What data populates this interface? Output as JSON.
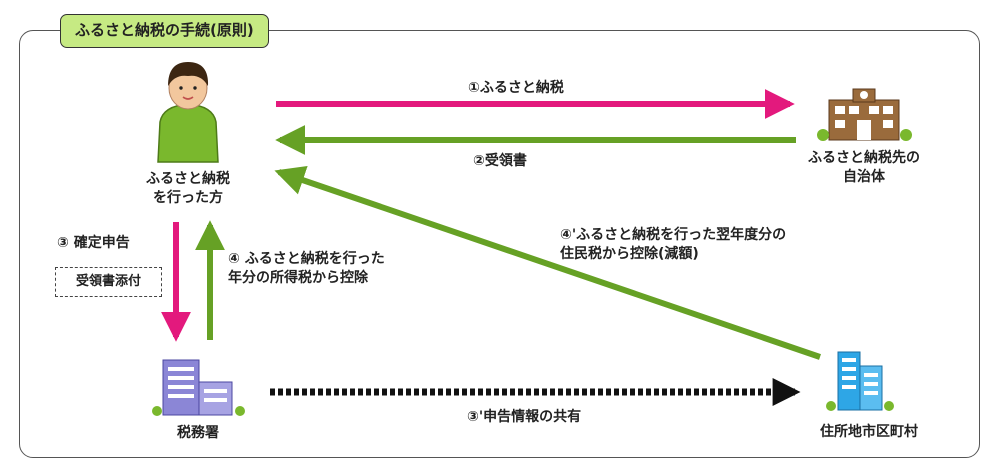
{
  "title": "ふるさと納税の手続(原則)",
  "actors": {
    "taxpayer": "ふるさと納税\nを行った方",
    "municipality": "ふるさと納税先の\n自治体",
    "tax_office": "税務署",
    "residence": "住所地市区町村"
  },
  "flows": {
    "f1": "①ふるさと納税",
    "f2": "②受領書",
    "f3": "③ 確定申告",
    "f3_note": "受領書添付",
    "f4": "④ ふるさと納税を行った\n年分の所得税から控除",
    "f3b": "③'申告情報の共有",
    "f4b": "④'ふるさと納税を行った翌年度分の\n住民税から控除(減額)"
  },
  "icons": {
    "taxpayer": "person-icon",
    "municipality": "town-hall-icon",
    "tax_office": "tax-office-building-icon",
    "residence": "city-office-building-icon"
  },
  "colors": {
    "pink_arrow": "#e3197d",
    "green_arrow": "#66a125",
    "dashed_arrow": "#111111",
    "title_bg": "#c6ea83"
  }
}
